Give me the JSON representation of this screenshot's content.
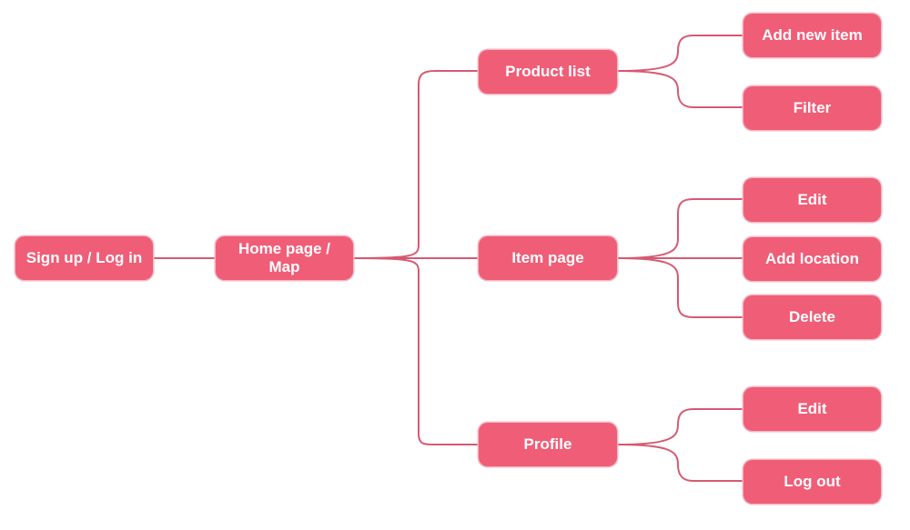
{
  "colors": {
    "node": "#f05d77",
    "line": "#d45a72",
    "text": "#ffffff"
  },
  "nodes": {
    "signup": "Sign up / Log in",
    "home": "Home page / Map",
    "product_list": "Product list",
    "item_page": "Item page",
    "profile": "Profile",
    "add_new_item": "Add new item",
    "filter": "Filter",
    "item_edit": "Edit",
    "add_location": "Add location",
    "delete": "Delete",
    "profile_edit": "Edit",
    "log_out": "Log out"
  }
}
